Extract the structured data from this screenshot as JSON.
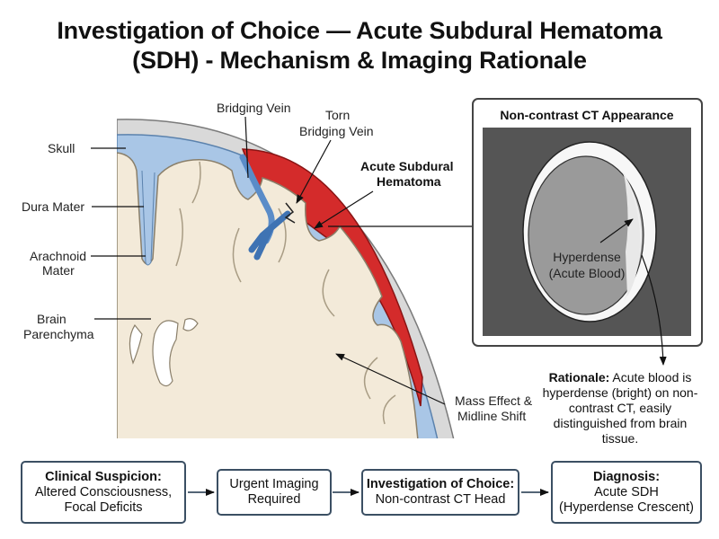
{
  "title": {
    "line1": "Investigation of Choice — Acute Subdural Hematoma",
    "line2": "(SDH) - Mechanism & Imaging Rationale"
  },
  "anatomy_labels": {
    "skull": "Skull",
    "dura": "Dura Mater",
    "arachnoid_1": "Arachnoid",
    "arachnoid_2": "Mater",
    "brain_1": "Brain",
    "brain_2": "Parenchyma",
    "bridging_vein": "Bridging Vein",
    "torn_1": "Torn",
    "torn_2": "Bridging Vein",
    "sdh_1": "Acute Subdural",
    "sdh_2": "Hematoma",
    "mass_1": "Mass Effect &",
    "mass_2": "Midline Shift"
  },
  "ct_panel": {
    "title": "Non-contrast CT Appearance",
    "hyper_1": "Hyperdense",
    "hyper_2": "(Acute Blood)"
  },
  "rationale": {
    "lead": "Rationale:",
    "body": " Acute blood is hyperdense (bright) on non-contrast CT, easily distinguished from brain tissue."
  },
  "flow": [
    {
      "head": "Clinical Suspicion:",
      "body1": "Altered Consciousness,",
      "body2": "Focal Deficits"
    },
    {
      "head": "",
      "body1": "Urgent Imaging",
      "body2": "Required"
    },
    {
      "head": "Investigation of Choice:",
      "body1": "Non-contrast CT Head",
      "body2": ""
    },
    {
      "head": "Diagnosis:",
      "body1": "Acute SDH",
      "body2": "(Hyperdense Crescent)"
    }
  ],
  "colors": {
    "skull": "#d9d9d9",
    "dura": "#a9c6e6",
    "hematoma": "#d42b2b",
    "brain": "#f3ead9",
    "vein": "#6d9fd6",
    "ct_bg": "#555555",
    "box_border": "#3b4f63"
  }
}
